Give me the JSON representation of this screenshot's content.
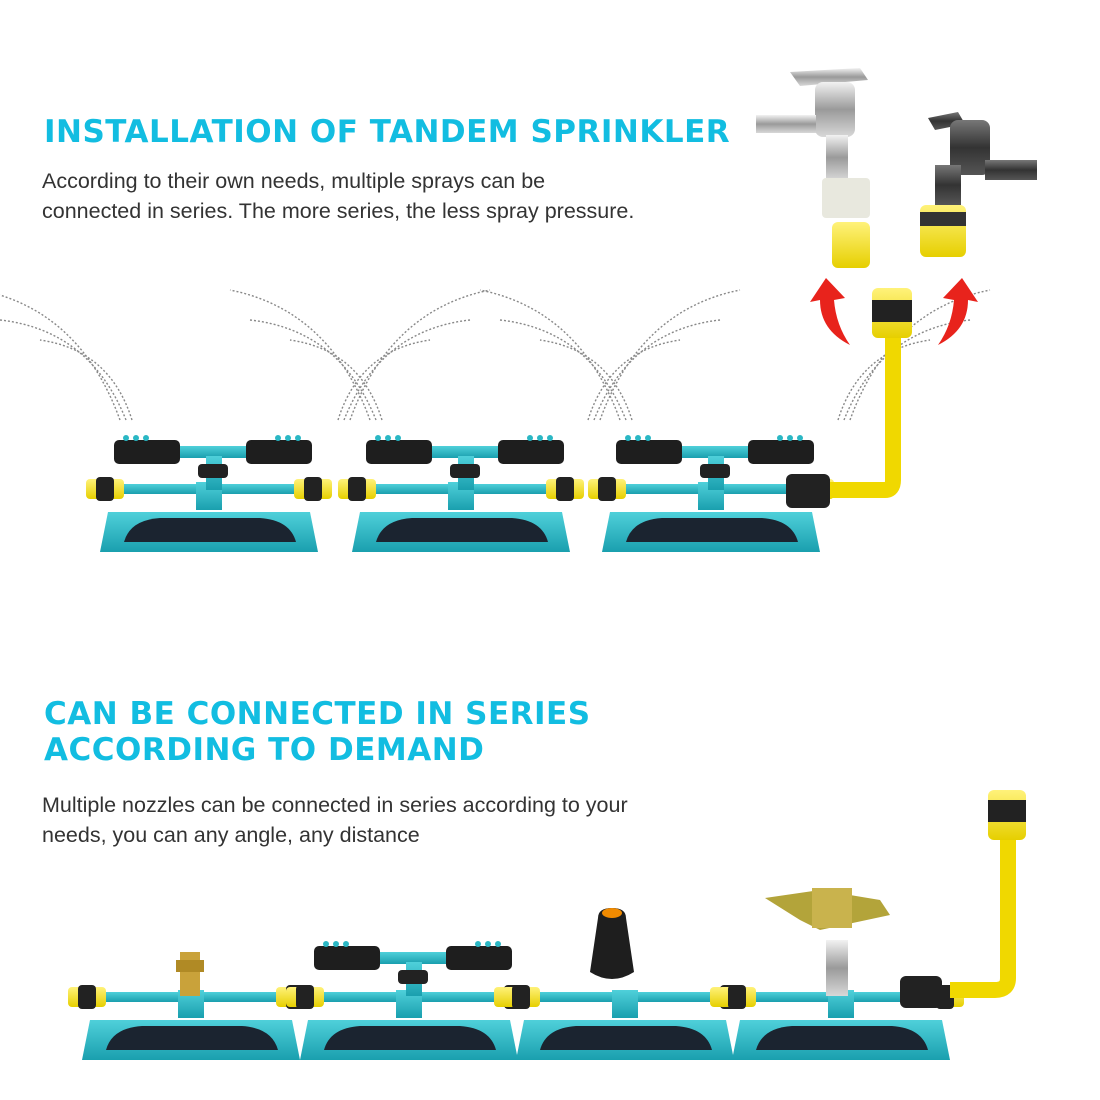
{
  "section1": {
    "title": "INSTALLATION OF TANDEM SPRINKLER",
    "body_line1": "According to their own needs, multiple sprays can be",
    "body_line2": "connected in series. The more series, the less spray pressure."
  },
  "section2": {
    "title_line1": "CAN BE CONNECTED IN SERIES",
    "title_line2": "ACCORDING TO DEMAND",
    "body_line1": "Multiple nozzles can be connected in series according to your",
    "body_line2": "needs, you can any angle, any distance"
  },
  "colors": {
    "heading": "#12bde1",
    "base_teal": "#2ab7c4",
    "connector_yellow": "#f3e21a",
    "arrow_red": "#e8231c"
  }
}
